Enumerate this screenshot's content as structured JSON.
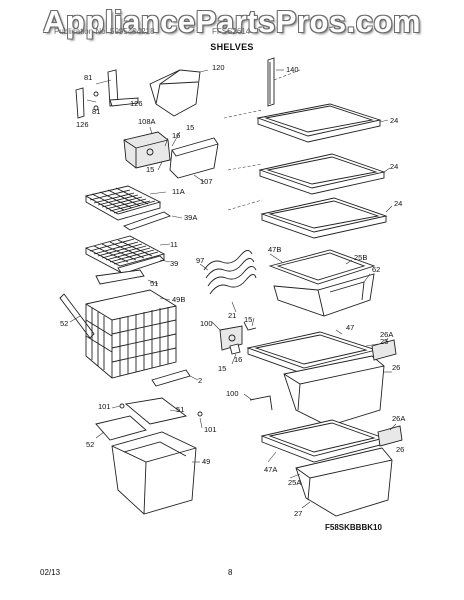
{
  "watermark": "AppliancePartsPros.com",
  "header": {
    "left_text": "Publication No. 5995404218",
    "right_text": "FFSS2614",
    "title": "SHELVES"
  },
  "part_labels": {
    "p81a": "81",
    "p81b": "81",
    "p126a": "126",
    "p126b": "126",
    "p120": "120",
    "p108A": "108A",
    "p16a": "16",
    "p15a": "15",
    "p15b": "15",
    "p107": "107",
    "p11A": "11A",
    "p39A": "39A",
    "p11": "11",
    "p39": "39",
    "p51a": "51",
    "p49B": "49B",
    "p52a": "52",
    "p2": "2",
    "p97": "97",
    "p21": "21",
    "p100a": "100",
    "p15c": "15",
    "p16b": "16",
    "p15d": "15",
    "p140": "140",
    "p24a": "24",
    "p24b": "24",
    "p24c": "24",
    "p47B": "47B",
    "p25B": "25B",
    "p62": "62",
    "p47": "47",
    "p25": "25",
    "p26Aa": "26A",
    "p26a": "26",
    "p100b": "100",
    "p26Ab": "26A",
    "p101a": "101",
    "p51b": "51",
    "p101b": "101",
    "p52b": "52",
    "p49": "49",
    "p47A": "47A",
    "p25A": "25A",
    "p26b": "26",
    "p27": "27"
  },
  "footer": {
    "diagram_code": "F58SKBBBK10",
    "date": "02/13",
    "page_number": "8"
  }
}
